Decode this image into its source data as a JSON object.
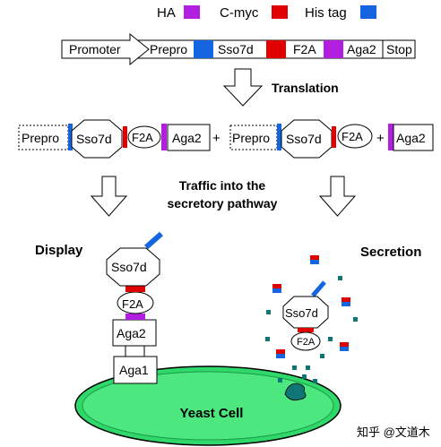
{
  "legend": {
    "ha": "HA",
    "cmyc": "C-myc",
    "his": "His tag"
  },
  "colors": {
    "ha": "#b31fe0",
    "cmyc": "#e00000",
    "his": "#1565e0",
    "cell_fill": "#2fd86a",
    "cell_inner": "#4ce87f",
    "teal": "#0f7575"
  },
  "construct": {
    "promoter": "Promoter",
    "prepro": "Prepro",
    "sso7d": "Sso7d",
    "f2a": "F2A",
    "aga2": "Aga2",
    "stop": "Stop"
  },
  "translation": "Translation",
  "products": {
    "left": {
      "prepro": "Prepro",
      "sso7d": "Sso7d",
      "f2a": "F2A",
      "aga2": "Aga2",
      "plus": "+"
    },
    "right": {
      "prepro": "Prepro",
      "sso7d": "Sso7d",
      "f2a": "F2A",
      "aga2": "Aga2",
      "plus": "+"
    }
  },
  "traffic": {
    "line1": "Traffic into the",
    "line2": "secretory pathway"
  },
  "display": {
    "title": "Display",
    "sso7d": "Sso7d",
    "f2a": "F2A",
    "aga2": "Aga2",
    "aga1": "Aga1"
  },
  "secretion": {
    "title": "Secretion",
    "sso7d": "Sso7d",
    "f2a": "F2A"
  },
  "cell": "Yeast Cell",
  "watermark": "知乎 @文道木"
}
